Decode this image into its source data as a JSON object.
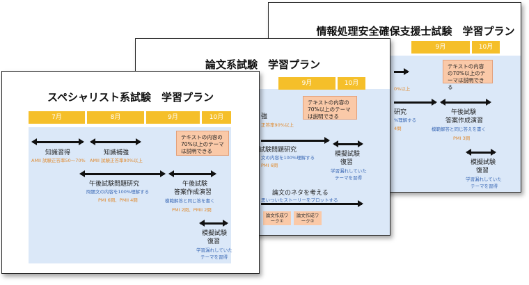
{
  "slides": {
    "back": {
      "title": "情報処理安全確保支援士試験　学習プラン",
      "months": [
        "9月",
        "10月"
      ],
      "note": "テキストの内容の70%以上のテーマは説明できる",
      "frag_pct": "0%以上",
      "frag_research": "研究",
      "frag_research_sub": "%理解する",
      "frag_research_pmi": "4問",
      "exam_title": "午後試験",
      "exam_title2": "答案作成演習",
      "exam_sub": "模範解答と同じ答えを書く",
      "exam_pmi": "PMI 3問",
      "mock_title": "模擬試験",
      "mock_title2": "復習",
      "mock_sub": "学習漏れしていた",
      "mock_sub2": "テーマを習得"
    },
    "middle": {
      "title": "論文系試験　学習プラン",
      "months": [
        "9月",
        "10月"
      ],
      "note": "テキストの内容の70%以上のテーマは説明できる",
      "frag_kyo": "強",
      "frag_kyo_sub": "正答率90%以上",
      "frag_research": "後試験問題研究",
      "frag_research_sub": "文の内容を100%理解する",
      "frag_research_pmi": "PMI 6問",
      "mock_title": "模擬試験",
      "mock_title2": "復習",
      "mock_sub": "学習漏れしていた",
      "mock_sub2": "テーマを習得",
      "essay_title": "論文のネタを考える",
      "essay_sub": "思いついたストーリーをプロットする",
      "tag1": "論文作成ワーク①",
      "tag2": "論文作成ワーク②"
    },
    "front": {
      "title": "スペシャリスト系試験　学習プラン",
      "months": [
        "7月",
        "8月",
        "9月",
        "10月"
      ],
      "note": "テキストの内容の70%以上のテーマは説明できる",
      "knowledge_title": "知識習得",
      "knowledge_sub": "AMII 試験正答率50～70%",
      "reinforce_title": "知識補強",
      "reinforce_sub": "AMII 試験正答率90%以上",
      "research_title": "午後試験問題研究",
      "research_sub": "問題文の内容を100%理解する",
      "research_pmi": "PMI 6問、PMII 4問",
      "exam_title": "午後試験",
      "exam_title2": "答案作成演習",
      "exam_sub": "模範解答と同じ答を書く",
      "exam_pmi": "PMI 2問、PMII 2問",
      "mock_title": "模擬試験",
      "mock_title2": "復習",
      "mock_sub": "学習漏れしていた",
      "mock_sub2": "テーマを習得"
    }
  },
  "colors": {
    "month_bar": "#f5bf2a",
    "timeline_bg": "#dbe8f8",
    "note_bg": "#fac9a8",
    "sub_text": "#3a68b5",
    "pmi_text": "#e08a2e"
  }
}
